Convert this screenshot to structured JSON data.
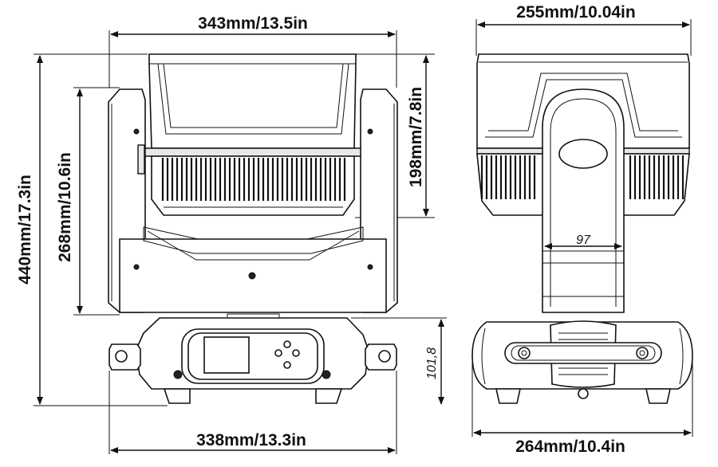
{
  "diagram": {
    "front_view": {
      "width_top": "343mm/13.5in",
      "height_total": "440mm/17.3in",
      "height_yoke": "268mm/10.6in",
      "height_head": "198mm/7.8in",
      "base_height": "101,8",
      "width_base": "338mm/13.3in"
    },
    "side_view": {
      "width_top": "255mm/10.04in",
      "arm_width": "97",
      "width_base": "264mm/10.4in"
    }
  }
}
